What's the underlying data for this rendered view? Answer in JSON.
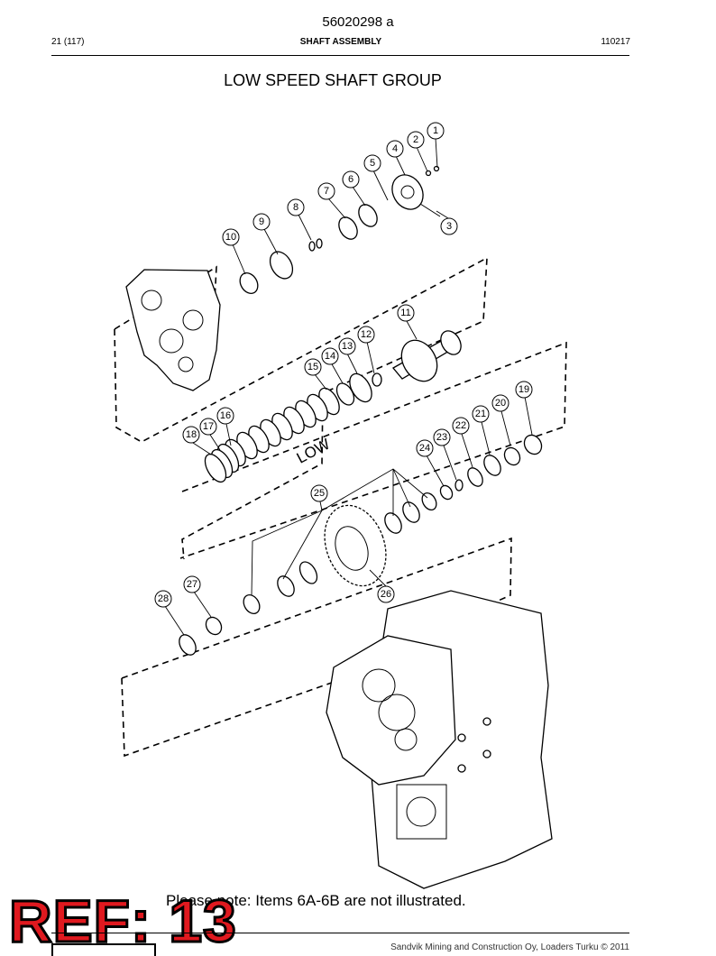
{
  "header": {
    "doc_number": "56020298 a",
    "page": "21 (117)",
    "section": "SHAFT ASSEMBLY",
    "date": "110217"
  },
  "title": "LOW SPEED SHAFT GROUP",
  "diagram": {
    "low_label": "LOW",
    "callouts": [
      "1",
      "2",
      "3",
      "4",
      "5",
      "6",
      "7",
      "8",
      "9",
      "10",
      "11",
      "12",
      "13",
      "14",
      "15",
      "16",
      "17",
      "18",
      "19",
      "20",
      "21",
      "22",
      "23",
      "24",
      "25",
      "26",
      "27",
      "28"
    ]
  },
  "note": "Please note: Items 6A-6B are not illustrated.",
  "stamp": "REF: 13",
  "footer": "Sandvik Mining and Construction Oy, Loaders Turku © 2011"
}
